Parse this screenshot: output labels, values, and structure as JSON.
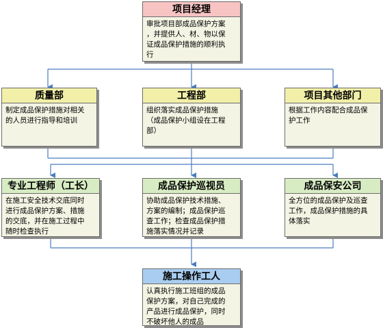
{
  "colors": {
    "manager_header": "#f7c3c3",
    "department_header": "#f2f0a8",
    "staff_header": "#d8ecc4",
    "worker_header": "#a9cdf0",
    "box_body": "#f4f4e4",
    "connector": "#4a7cc0"
  },
  "manager": {
    "title": "项目经理",
    "text": "审批项目部成品保护方案\n，并提供人、材、物以保\n证成品保护措施的顺利执\n行"
  },
  "departments": [
    {
      "title": "质量部",
      "text": "制定成品保护措施对相关\n的人员进行指导和培训"
    },
    {
      "title": "工程部",
      "text": "  组织落实成品保护措施\n（成品保护小组设在工程\n部）"
    },
    {
      "title": "项目其他部门",
      "text": "根据工作内容配合成品保\n护工作"
    }
  ],
  "staff": [
    {
      "title": "专业工程师（工长）",
      "text": "在施工安全技术交底同时\n进行成品保护方案、措施\n的交底，并在施工过程中\n随时检查执行"
    },
    {
      "title": "成品保护巡视员",
      "text": "协助成品保护技术措施、\n方案的编制；成品保护巡\n查工作；检查成品保护措\n施落实情况并记录"
    },
    {
      "title": "成品保安公司",
      "text": "全方位的成品保护及巡查\n工作，成品保护措施的具\n体落实"
    }
  ],
  "worker": {
    "title": "施工操作工人",
    "text": "认真执行施工班组的成品\n保护方案，对自己完成的\n产品进行成品保护，同时\n不破坏他人的成品"
  }
}
